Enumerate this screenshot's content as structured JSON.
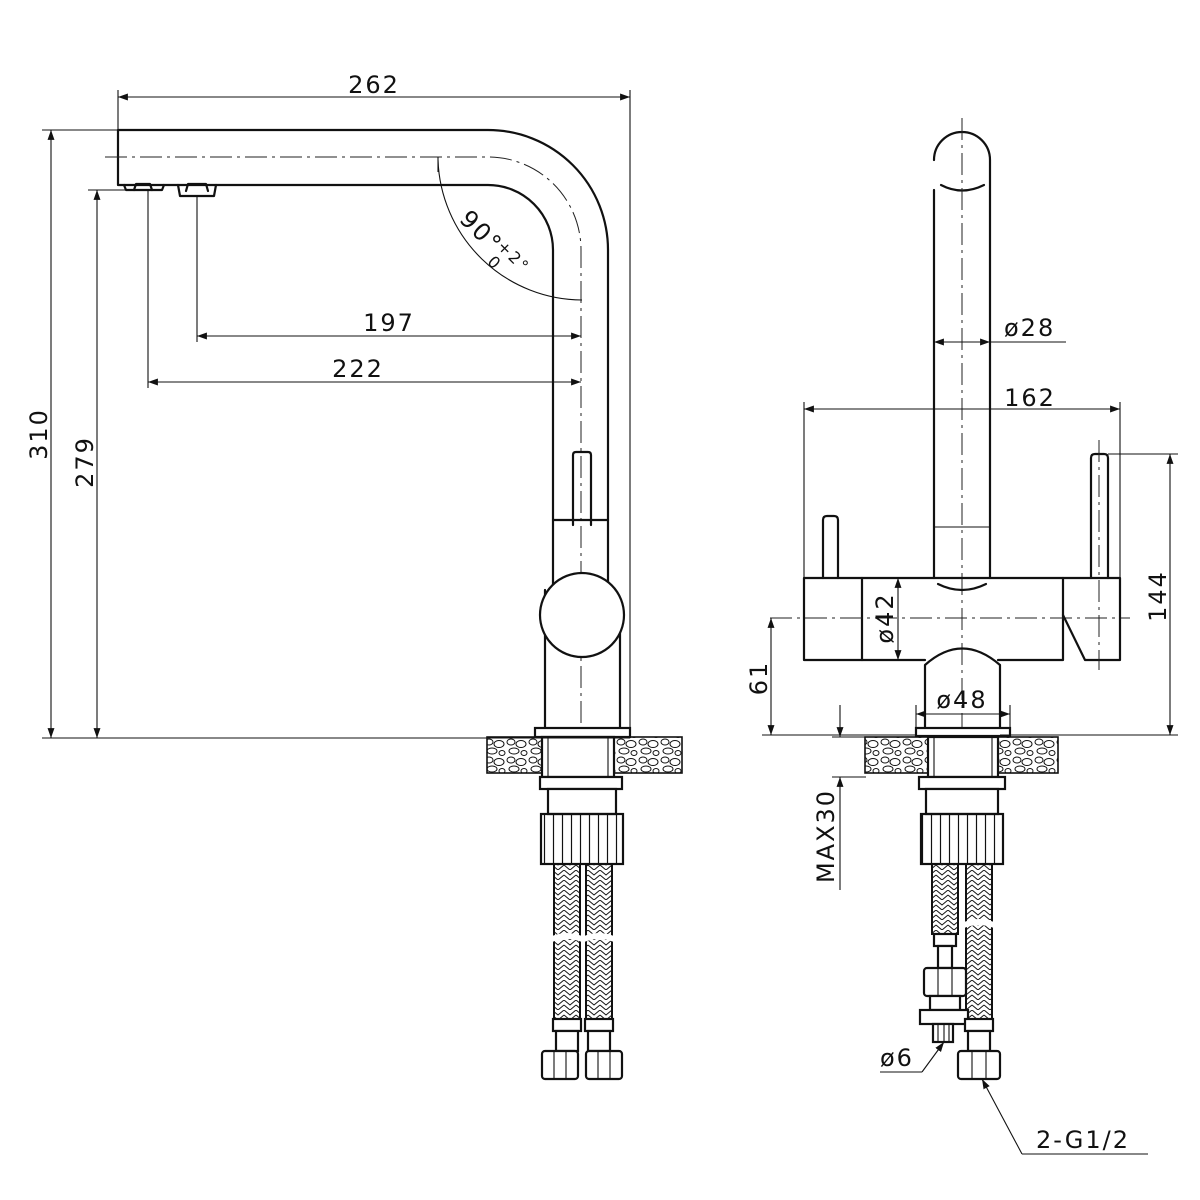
{
  "side_view": {
    "overall_width": "262",
    "overall_height": "310",
    "aerator_height": "279",
    "reach_secondary": "197",
    "reach_primary": "222",
    "swivel_angle_main": "90°",
    "swivel_angle_tol": "+2°",
    "swivel_angle_tol_minus": "0"
  },
  "front_view": {
    "spout_diameter": "ø28",
    "body_width": "162",
    "body_diameter": "ø42",
    "base_diameter": "ø48",
    "lever_height": "144",
    "body_axis_height": "61",
    "max_deck_thickness": "MAX30",
    "filter_hose_diameter": "ø6",
    "hose_connection": "2-G1/2"
  }
}
